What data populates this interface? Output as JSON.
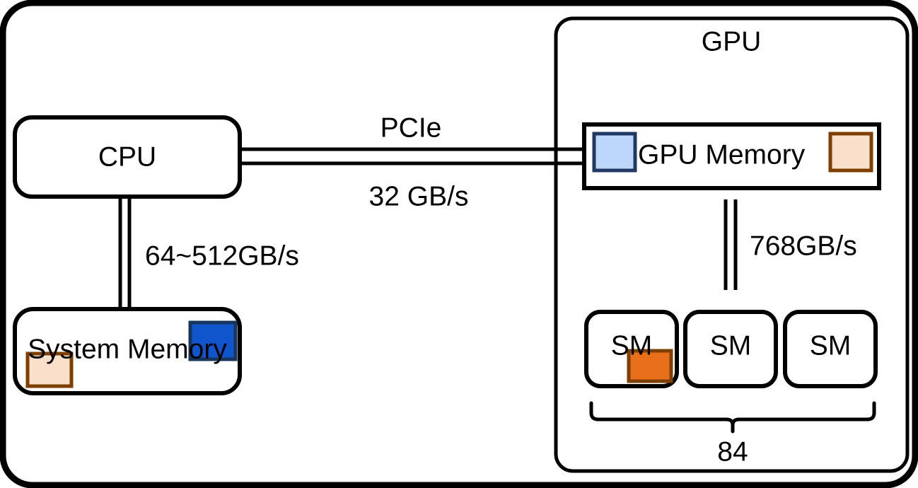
{
  "diagram": {
    "title_hidden": "CPU and GPU memory hierarchy with bandwidths",
    "frame": {
      "border_color": "#000000"
    },
    "host": {
      "cpu": {
        "label": "CPU"
      },
      "system_memory": {
        "label": "System Memory"
      },
      "cpu_mem_link": {
        "label": "64~512GB/s"
      }
    },
    "interconnect": {
      "name": "PCIe",
      "bandwidth": "32 GB/s"
    },
    "device": {
      "label": "GPU",
      "gpu_memory": {
        "label": "GPU Memory"
      },
      "mem_sm_link": {
        "label": "768GB/s"
      },
      "sm_units": [
        {
          "label": "SM"
        },
        {
          "label": "SM"
        },
        {
          "label": "SM"
        }
      ],
      "sm_count": "84"
    },
    "chips": {
      "blue_block": {
        "fill": "#1155CC",
        "stroke": "#16365C",
        "name": "data-block-blue"
      },
      "light_blue_block": {
        "fill": "#BDD7FB",
        "stroke": "#1F3864",
        "name": "data-block-light-blue"
      },
      "peach_block": {
        "fill": "#FAE0CA",
        "stroke": "#7F3F00",
        "name": "data-block-peach"
      },
      "orange_block": {
        "fill": "#E8701A",
        "stroke": "#7F3F00",
        "name": "data-block-orange"
      }
    }
  }
}
